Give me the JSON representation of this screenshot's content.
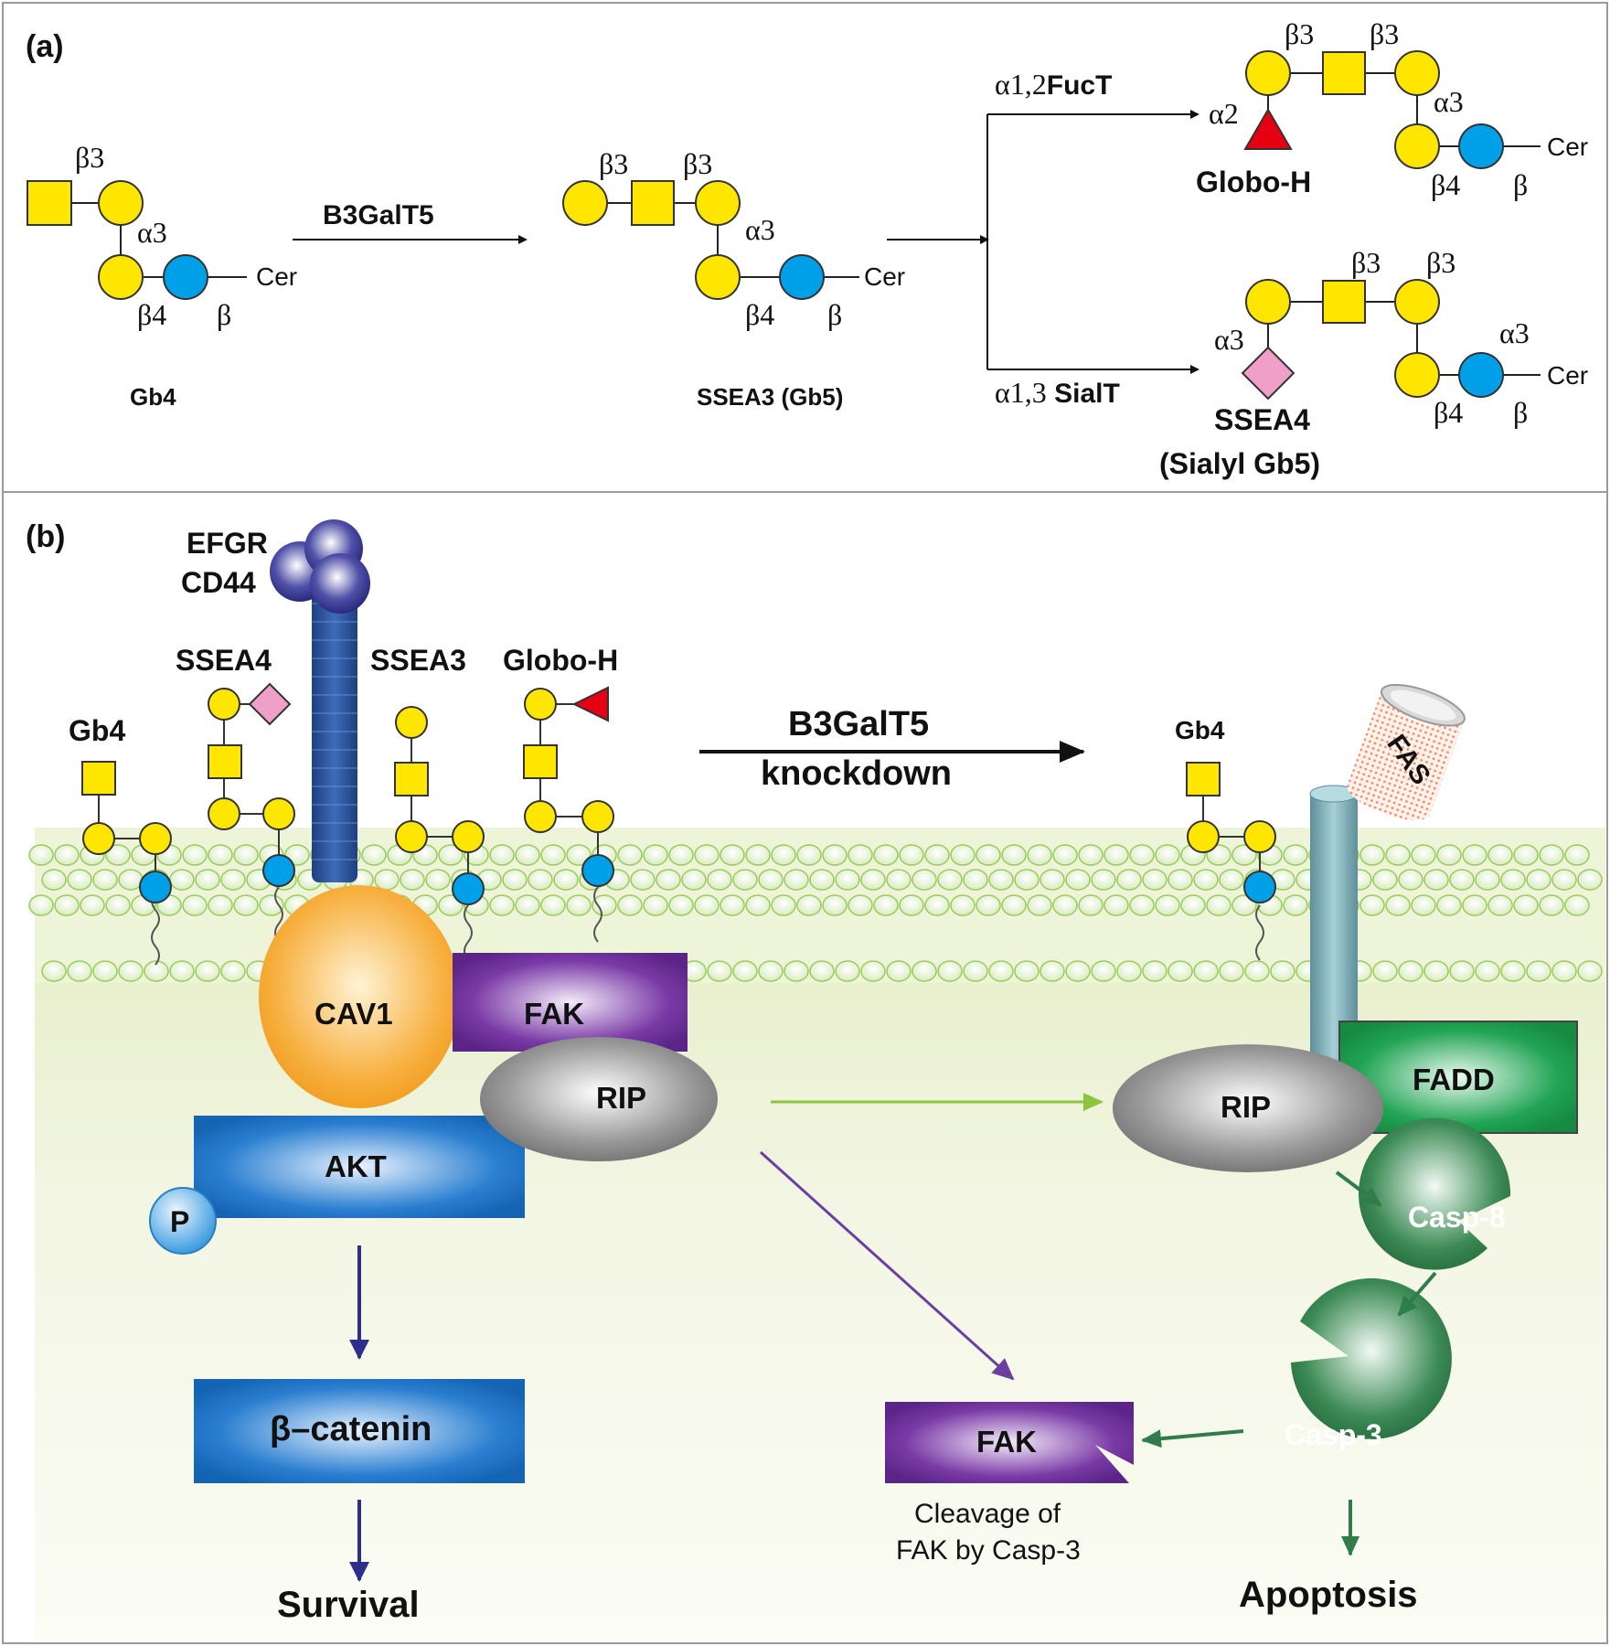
{
  "panel_a": {
    "label": "(a)",
    "gb4": {
      "name": "Gb4",
      "b3": "β3",
      "a3": "α3",
      "b4": "β4",
      "b": "β",
      "cer": "Cer"
    },
    "enzyme1": "B3GalT5",
    "ssea3": {
      "name": "SSEA3 (Gb5)",
      "b3a": "β3",
      "b3b": "β3",
      "a3": "α3",
      "b4": "β4",
      "b": "β",
      "cer": "Cer"
    },
    "enzyme2": {
      "prefix": "α1,2",
      "bold": "FucT"
    },
    "enzyme3": {
      "prefix": "α1,3",
      "bold": " SialT"
    },
    "globoh": {
      "name": "Globo-H",
      "b3a": "β3",
      "b3b": "β3",
      "a2": "α2",
      "a3": "α3",
      "b4": "β4",
      "b": "β",
      "cer": "Cer"
    },
    "ssea4": {
      "name1": "SSEA4",
      "name2": "(Sialyl Gb5)",
      "b3a": "β3",
      "b3b": "β3",
      "a3a": "α3",
      "a3b": "α3",
      "b4": "β4",
      "b": "β",
      "cer": "Cer"
    }
  },
  "panel_b": {
    "label": "(b)",
    "receptor": [
      "EFGR",
      "CD44"
    ],
    "glycans": {
      "ssea4": "SSEA4",
      "ssea3": "SSEA3",
      "globoh": "Globo-H",
      "gb4": "Gb4",
      "gb4_right": "Gb4"
    },
    "knockdown": [
      "B3GalT5",
      "knockdown"
    ],
    "proteins": {
      "cav1": "CAV1",
      "fak": "FAK",
      "rip": "RIP",
      "akt": "AKT",
      "p": "P",
      "catenin": "β–catenin",
      "rip_right": "RIP",
      "fadd": "FADD",
      "fas": "FAS",
      "casp8": "Casp-8",
      "casp3": "Casp-3",
      "fak_cleaved": "FAK"
    },
    "outcomes": {
      "survival": "Survival",
      "apoptosis": "Apoptosis",
      "cleavage1": "Cleavage of",
      "cleavage2": "FAK by Casp-3"
    }
  },
  "colors": {
    "galactose": "#ffe600",
    "glucose": "#00a0e9",
    "fucose": "#e60012",
    "sialic": "#f0a0c8",
    "akt": "#1a6fbf",
    "fak": "#6a2c91",
    "rip": "#8a8a8a",
    "cav1": "#f5a623",
    "fadd": "#1e9e50",
    "casp": "#2e7d4a",
    "arrow_purple": "#6b3fa0",
    "arrow_green_light": "#8cc63f",
    "arrow_green_dark": "#2e7d4a",
    "arrow_blue": "#2e2e8c"
  }
}
